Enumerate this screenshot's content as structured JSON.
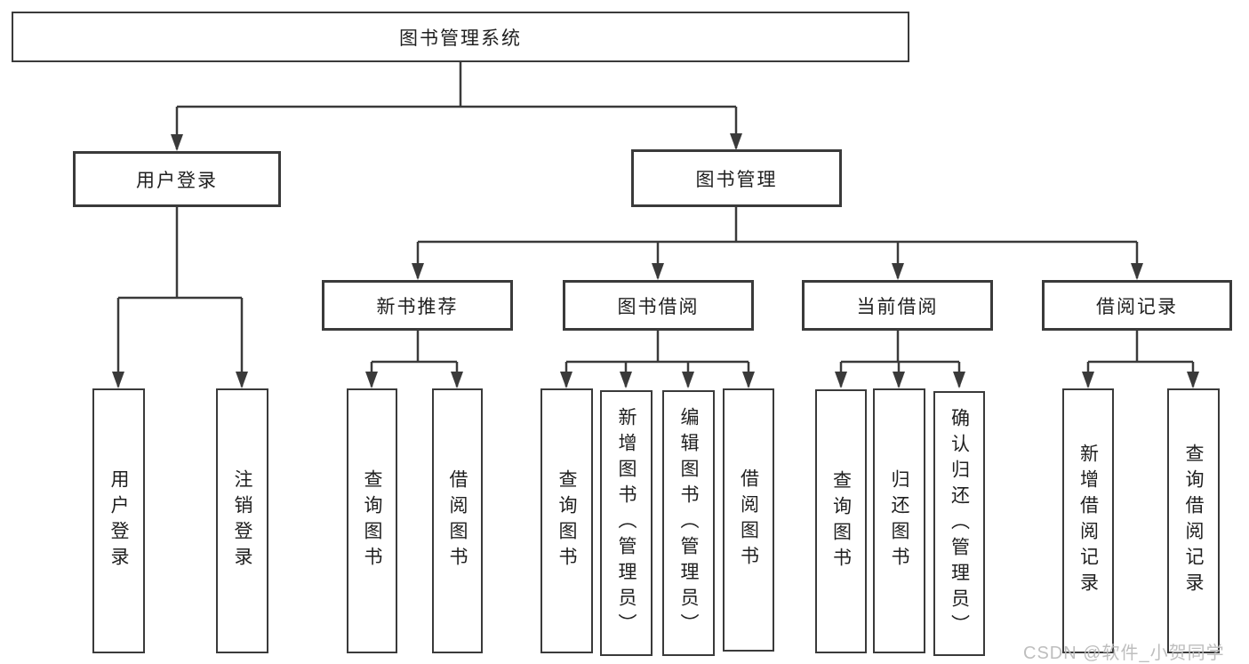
{
  "diagram": {
    "root": {
      "label": "图书管理系统"
    },
    "branches": [
      {
        "label": "用户登录",
        "children": [
          {
            "label": "用户登录"
          },
          {
            "label": "注销登录"
          }
        ]
      },
      {
        "label": "图书管理",
        "groups": [
          {
            "label": "新书推荐",
            "children": [
              {
                "label": "查询图书"
              },
              {
                "label": "借阅图书"
              }
            ]
          },
          {
            "label": "图书借阅",
            "children": [
              {
                "label": "查询图书"
              },
              {
                "label": "新增图书（管理员）"
              },
              {
                "label": "编辑图书（管理员）"
              },
              {
                "label": "借阅图书"
              }
            ]
          },
          {
            "label": "当前借阅",
            "children": [
              {
                "label": "查询图书"
              },
              {
                "label": "归还图书"
              },
              {
                "label": "确认归还（管理员）"
              }
            ]
          },
          {
            "label": "借阅记录",
            "children": [
              {
                "label": "新增借阅记录"
              },
              {
                "label": "查询借阅记录"
              }
            ]
          }
        ]
      }
    ],
    "watermark": "CSDN @软件_小贺同学",
    "colors": {
      "line": "#3a3a3a",
      "text": "#1f1f1f",
      "watermark": "#bababa",
      "background": "#ffffff"
    }
  }
}
